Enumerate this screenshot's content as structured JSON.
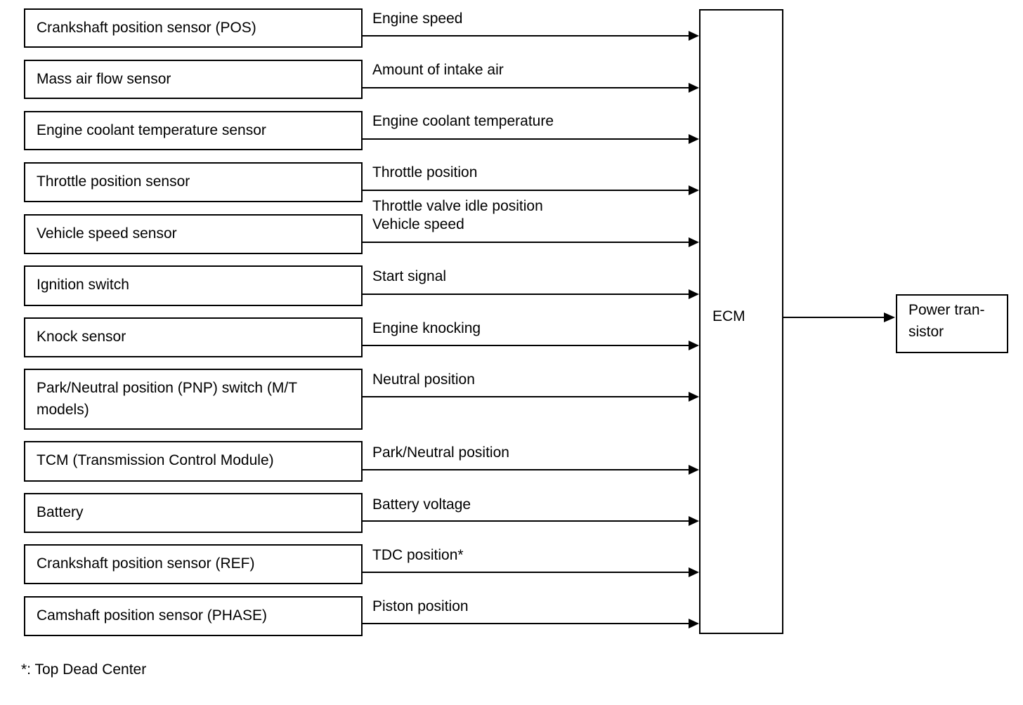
{
  "inputs": [
    {
      "sensor": "Crankshaft position sensor (POS)",
      "signals": [
        "Engine speed"
      ]
    },
    {
      "sensor": "Mass air flow sensor",
      "signals": [
        "Amount of intake air"
      ]
    },
    {
      "sensor": "Engine coolant temperature sensor",
      "signals": [
        "Engine coolant temperature"
      ]
    },
    {
      "sensor": "Throttle position sensor",
      "signals": [
        "Throttle position",
        "Throttle valve idle position"
      ]
    },
    {
      "sensor": "Vehicle speed sensor",
      "signals": [
        "Vehicle speed"
      ]
    },
    {
      "sensor": "Ignition switch",
      "signals": [
        "Start signal"
      ]
    },
    {
      "sensor": "Knock sensor",
      "signals": [
        "Engine knocking"
      ]
    },
    {
      "sensor": "Park/Neutral position (PNP) switch (M/T models)",
      "signals": [
        "Neutral position"
      ]
    },
    {
      "sensor": "TCM (Transmission Control Module)",
      "signals": [
        "Park/Neutral position"
      ]
    },
    {
      "sensor": "Battery",
      "signals": [
        "Battery voltage"
      ]
    },
    {
      "sensor": "Crankshaft position sensor (REF)",
      "signals": [
        "TDC position*"
      ]
    },
    {
      "sensor": "Camshaft position sensor (PHASE)",
      "signals": [
        "Piston position"
      ]
    }
  ],
  "ecm": {
    "label": "ECM"
  },
  "output": {
    "label": "Power tran-\nsistor"
  },
  "footnote": "*: Top Dead Center"
}
